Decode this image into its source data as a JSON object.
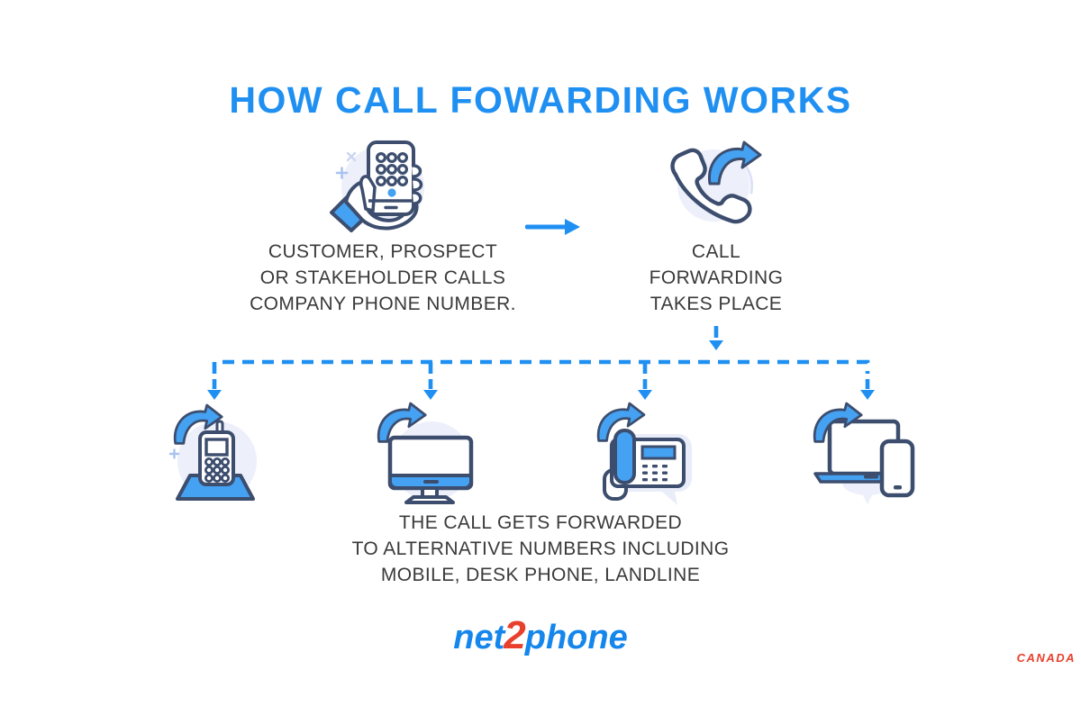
{
  "title": "HOW CALL FOWARDING WORKS",
  "colors": {
    "accent_blue": "#1f90f2",
    "icon_navy": "#3c4d6e",
    "icon_blue": "#45a1f1",
    "icon_bg": "#edeffa",
    "text": "#3a3a3a",
    "logo_blue": "#1486ec",
    "logo_red": "#e8402c"
  },
  "flow": {
    "caller": {
      "icon": "hand-holding-phone-icon",
      "lines": [
        "CUSTOMER, PROSPECT",
        "OR STAKEHOLDER CALLS",
        "COMPANY PHONE NUMBER."
      ]
    },
    "arrow_icon": "right-arrow-icon",
    "forwarding": {
      "icon": "phone-call-forward-icon",
      "lines": [
        "CALL",
        "FORWARDING",
        "TAKES PLACE"
      ]
    },
    "branch_icon": "dashed-branch-arrows"
  },
  "devices": {
    "items": [
      {
        "icon": "mobile-phone-forward-icon"
      },
      {
        "icon": "desktop-computer-forward-icon"
      },
      {
        "icon": "desk-phone-forward-icon"
      },
      {
        "icon": "laptop-smartphone-forward-icon"
      }
    ],
    "caption_lines": [
      "THE CALL GETS FORWARDED",
      "TO ALTERNATIVE NUMBERS INCLUDING",
      "MOBILE, DESK PHONE, LANDLINE"
    ]
  },
  "logo": {
    "net": "net",
    "two": "2",
    "ph": "ph",
    "o": "o",
    "ne": "ne",
    "country": "CANADA"
  }
}
